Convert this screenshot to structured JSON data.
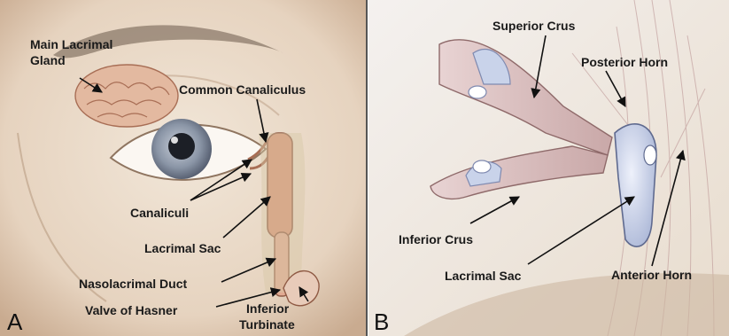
{
  "panels": [
    {
      "letter": "A",
      "labels": {
        "main_lacrimal_gland_line1": "Main Lacrimal",
        "main_lacrimal_gland_line2": "Gland",
        "common_canaliculus": "Common Canaliculus",
        "canaliculi": "Canaliculi",
        "lacrimal_sac": "Lacrimal Sac",
        "nasolacrimal_duct": "Nasolacrimal Duct",
        "valve_of_hasner": "Valve of Hasner",
        "inferior_turbinate_line1": "Inferior",
        "inferior_turbinate_line2": "Turbinate"
      }
    },
    {
      "letter": "B",
      "labels": {
        "superior_crus": "Superior Crus",
        "posterior_horn": "Posterior Horn",
        "inferior_crus": "Inferior Crus",
        "lacrimal_sac": "Lacrimal Sac",
        "anterior_horn": "Anterior Horn"
      }
    }
  ],
  "colors": {
    "skin": "#eadbc9",
    "skin_shadow": "#c9ab90",
    "gland": "#e3b9a0",
    "iris": "#8a95a6",
    "duct": "#c98060",
    "tendon": "#d9c1c1",
    "sac_blue": "#c9d3ea"
  }
}
